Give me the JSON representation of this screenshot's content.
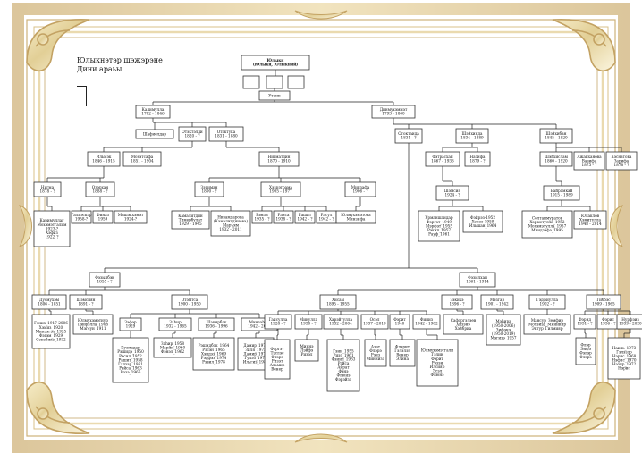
{
  "title": {
    "line1": "Юлыкнэтэр шэжэрэнe",
    "line2": "Дини араьы"
  },
  "nodes": [
    {
      "id": "root",
      "lines": [
        "Юлыкн",
        "(Юлыкн, Юлыкний)"
      ],
      "bold": true
    },
    {
      "id": "wife1",
      "lines": [
        ""
      ]
    },
    {
      "id": "wife2",
      "lines": [
        ""
      ]
    },
    {
      "id": "wife3",
      "lines": [
        ""
      ]
    },
    {
      "id": "utan",
      "lines": [
        "Утапн"
      ]
    },
    {
      "id": "kalimulla",
      "lines": [
        "Калимулла",
        "1782 - 1846"
      ]
    },
    {
      "id": "dinmuhammet",
      "lines": [
        "Динмухэммэт",
        "1793 - 1860"
      ]
    },
    {
      "id": "shafieldar",
      "lines": [
        "Шафиелдар"
      ]
    },
    {
      "id": "otoktel",
      "lines": [
        "Отэктэлди",
        "1820 - ?"
      ]
    },
    {
      "id": "otoktuka",
      "lines": [
        "Отэктука",
        "1831 - 1880"
      ]
    },
    {
      "id": "ilmaek",
      "lines": [
        "Ильмэк",
        "1846 - 1915"
      ]
    },
    {
      "id": "mokhetsafa",
      "lines": [
        "Мохэтсафа",
        "1851 - 1904"
      ]
    },
    {
      "id": "nigmatdin",
      "lines": [
        "Нигматдин",
        "1870 - 1910"
      ]
    },
    {
      "id": "otoktaida",
      "lines": [
        "Отоктаида",
        "1831 - ?"
      ]
    },
    {
      "id": "shahinda",
      "lines": [
        "Шэйхинда",
        "1834 - 1889"
      ]
    },
    {
      "id": "shahiban",
      "lines": [
        "Шэйхибан",
        "1845 - 1920"
      ]
    },
    {
      "id": "nigma",
      "lines": [
        "Нигма",
        "1878 - ?"
      ]
    },
    {
      "id": "ozzarhan",
      "lines": [
        "Озэрхан",
        "1888 - ?"
      ]
    },
    {
      "id": "zariman",
      "lines": [
        "Зэриман",
        "1890 - ?"
      ]
    },
    {
      "id": "hezrairama",
      "lines": [
        "Хэзрэтрама",
        "1905 - 1977"
      ]
    },
    {
      "id": "minzafa",
      "lines": [
        "Минзафа",
        "1906 - ?"
      ]
    },
    {
      "id": "fatyrasxan",
      "lines": [
        "Фэтрасхан",
        "1867 - 1936"
      ]
    },
    {
      "id": "nazifa",
      "lines": [
        "Назифа",
        "1879 - ?"
      ]
    },
    {
      "id": "shahislam",
      "lines": [
        "Шэйхислам",
        "1860 - 1920"
      ]
    },
    {
      "id": "azhanhanova",
      "lines": [
        "Ажанханова",
        "Вазифа",
        "1875 - ?"
      ]
    },
    {
      "id": "hasnatova",
      "lines": [
        "Хэснатова",
        "Зарифа",
        "1878 - ?"
      ]
    },
    {
      "id": "karimullah",
      "lines": [
        "Каримуллаг",
        "Мохэмэтгалим",
        "1923-?",
        "Хэфиз",
        "1922_?"
      ]
    },
    {
      "id": "galiaskar",
      "lines": [
        "Галиэскэр",
        "1958-?"
      ]
    },
    {
      "id": "finaz",
      "lines": [
        "Финаз",
        "1959"
      ]
    },
    {
      "id": "mishakhamet",
      "lines": [
        "Мишэкхэмэт",
        "1924-?"
      ]
    },
    {
      "id": "kamalitdin",
      "lines": [
        "Камалитдин",
        "Тимербулат",
        "1929 - 1945"
      ]
    },
    {
      "id": "nizamdarova",
      "lines": [
        "Низамдарова",
        "(Камалитдинова)",
        "Маръям",
        "1932 - 2011"
      ]
    },
    {
      "id": "ramzi",
      "lines": [
        "Рэмзи",
        "1935 - ?"
      ]
    },
    {
      "id": "raisa",
      "lines": [
        "Раиса",
        "1938 - ?"
      ]
    },
    {
      "id": "rashit",
      "lines": [
        "Рашит",
        "1942 - ?"
      ]
    },
    {
      "id": "rasul",
      "lines": [
        "Расул",
        "1942 - ?"
      ]
    },
    {
      "id": "yulmukhametova",
      "lines": [
        "Юлмухэмэтова",
        "Минзифа"
      ]
    },
    {
      "id": "shamsiya",
      "lines": [
        "Шэмсия",
        "1924 - ?"
      ]
    },
    {
      "id": "urmanshaidar",
      "lines": [
        "Урманшаидар",
        "Фэргэт_1949",
        "Мэрфэт_1955",
        "Рэкип_1957",
        "Рауф_1961"
      ]
    },
    {
      "id": "firuza",
      "lines": [
        "Фэйрэз-1952",
        "Хэнзэ-1959",
        "Ильшан_1964"
      ]
    },
    {
      "id": "bairamkay",
      "lines": [
        "Байрамкай",
        "1915 - 1989"
      ]
    },
    {
      "id": "solthanmuratov",
      "lines": [
        "Солтанмуратов",
        "Хэрметулла_1952",
        "Мохэмэтулла_1957",
        "Миндзэфа_1995"
      ]
    },
    {
      "id": "yulaklov",
      "lines": [
        "Юлаклов",
        "Хэмитулла",
        "1948 - 2014"
      ]
    },
    {
      "id": "fazilbek",
      "lines": [
        "Фэзылбэк",
        "1855 - ?"
      ]
    },
    {
      "id": "fazylhan",
      "lines": [
        "Фэзылхан",
        "1861 - 1914"
      ]
    },
    {
      "id": "dusmuhamet",
      "lines": [
        "Дусмухэм",
        "1806 - 1851"
      ]
    },
    {
      "id": "shamsiyan",
      "lines": [
        "Шэмсиян",
        "1891 - ?"
      ]
    },
    {
      "id": "otamtsa",
      "lines": [
        "Отэмтса",
        "1900 - 1950"
      ]
    },
    {
      "id": "hisam",
      "lines": [
        "Хисам",
        "1895 - 1955"
      ]
    },
    {
      "id": "zakhida",
      "lines": [
        "Зэкихэ",
        "1896 - ?"
      ]
    },
    {
      "id": "mazgar",
      "lines": [
        "Мэзгар",
        "1901 - 1942"
      ]
    },
    {
      "id": "gadfiyulla",
      "lines": [
        "Гэдфиулла",
        "1902 - ?"
      ]
    },
    {
      "id": "gibbas",
      "lines": [
        "Гиббэс",
        "1909 - 1965"
      ]
    },
    {
      "id": "ganiz",
      "lines": [
        "Гэниз_1917-2006",
        "Хэмиз_1920",
        "Минзэгэл_1925",
        "Фэгэм_1929",
        "Сэнэбихэ_1932"
      ]
    },
    {
      "id": "yulmuhametnur",
      "lines": [
        "Юлмухэмэтнур",
        "Гэйфэлла_1908",
        "Мэгсун_1911"
      ]
    },
    {
      "id": "zafar",
      "lines": [
        "Зэфэр",
        "1929"
      ]
    },
    {
      "id": "zahir",
      "lines": [
        "Заhир",
        "1932 - 1965"
      ]
    },
    {
      "id": "shakirbek",
      "lines": [
        "Шакирбэк",
        "1936 - 1996"
      ]
    },
    {
      "id": "minzahir",
      "lines": [
        "Минзаhир",
        "1942 - 2004"
      ]
    },
    {
      "id": "gaisulla",
      "lines": [
        "Гаисулла",
        "1928 - ?"
      ]
    },
    {
      "id": "minulla",
      "lines": [
        "Минулла",
        "1930 - ?"
      ]
    },
    {
      "id": "haraitulla",
      "lines": [
        "Харэйтулла",
        "1932 - 2004"
      ]
    },
    {
      "id": "osel",
      "lines": [
        "Осэл",
        "1937 - 2019"
      ]
    },
    {
      "id": "farit",
      "lines": [
        "Фэрит",
        "1940"
      ]
    },
    {
      "id": "finiz",
      "lines": [
        "Финиз",
        "1942 - 1982"
      ]
    },
    {
      "id": "safargaleev",
      "lines": [
        "Сафэргэлэев",
        "Хизэнэ",
        "Хэйбриа"
      ]
    },
    {
      "id": "mahira",
      "lines": [
        "Мэhира",
        "(1950-2006)",
        "Зифэнэ",
        "(1950-2019)",
        "Мэгизэ_1957"
      ]
    },
    {
      "id": "mansur",
      "lines": [
        "Мансур_Земфир",
        "Мохэйэд_Миннияр",
        "Энгур_Гилмияр"
      ]
    },
    {
      "id": "farid",
      "lines": [
        "Фэрид",
        "1931 - ?"
      ]
    },
    {
      "id": "faris",
      "lines": [
        "Фэрис",
        "1936 - ?"
      ]
    },
    {
      "id": "nurfaiz",
      "lines": [
        "Нурфэиз",
        "1939 - 2020"
      ]
    },
    {
      "id": "kuzmadar",
      "lines": [
        "Кузмадар",
        "Рэшидэ_1950",
        "Рэсил_1952",
        "Рашит_1958",
        "Гэлзэр_1961",
        "Рэйса_1963",
        "Розэ_1966"
      ]
    },
    {
      "id": "zahirlist",
      "lines": [
        "Заhир_1958",
        "Марйм_1960",
        "Фэнэл_1962"
      ]
    },
    {
      "id": "rashidbek",
      "lines": [
        "Рэшидбэк_1964",
        "Рэсэн_1965",
        "Хэндэз_1969",
        "Рэдфэз_1974",
        "Рэвил_1978"
      ]
    },
    {
      "id": "damir",
      "lines": [
        "Дамир_1972",
        "Зиля_1975",
        "Дамир_1977",
        "Гулэз_1978",
        "Ильгиз_1984"
      ]
    },
    {
      "id": "fargat",
      "lines": [
        "Фэргэт",
        "Тэслэс",
        "Флэрэ",
        "Ризэт",
        "Альмир",
        "Венер"
      ]
    },
    {
      "id": "minnia",
      "lines": [
        "Миннэ",
        "Лэйфэ",
        "Ризэл"
      ]
    },
    {
      "id": "gani",
      "lines": [
        "Гэни_1955",
        "Риэз_1961",
        "Фэнил_1963",
        "Рэйса",
        "Айрат",
        "Фэнэ",
        "Флюнэ",
        "Фэрэйзэ"
      ]
    },
    {
      "id": "azat",
      "lines": [
        "Азат",
        "Флэрэ",
        "Рэиз",
        "Миннизэ"
      ]
    },
    {
      "id": "flarit",
      "lines": [
        "Флэрит",
        "Гэлэлэз",
        "Венер",
        "Элина"
      ]
    },
    {
      "id": "yulmuhametgali",
      "lines": [
        "Юлмухэмэтгали",
        "Гэлин",
        "Фэрит",
        "Рэзэн",
        "Илсияр",
        "Эсэл",
        "Флюнэ"
      ]
    },
    {
      "id": "flar",
      "lines": [
        "Флэр",
        "Энфэ",
        "Фэлэр",
        "Флэрэ"
      ]
    },
    {
      "id": "nazil",
      "lines": [
        "Наиль_1973",
        "Гэлэзэр",
        "Нэрис_1968",
        "Нэфис_1970",
        "Нэзир_1972",
        "Нэрис"
      ]
    }
  ]
}
